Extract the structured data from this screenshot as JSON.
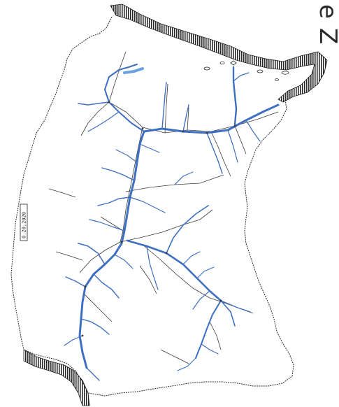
{
  "map": {
    "colors": {
      "background": "#ffffff",
      "boundary": "#2b2b2b",
      "coast_hatch": "#1e1e1e",
      "river": "#3e6fc0",
      "river_light": "#6aa0dc",
      "road": "#3a3a3a"
    },
    "scale_text": "0  20,2020",
    "corner_glyphs": [
      "e",
      "Z"
    ],
    "place_labels": []
  }
}
